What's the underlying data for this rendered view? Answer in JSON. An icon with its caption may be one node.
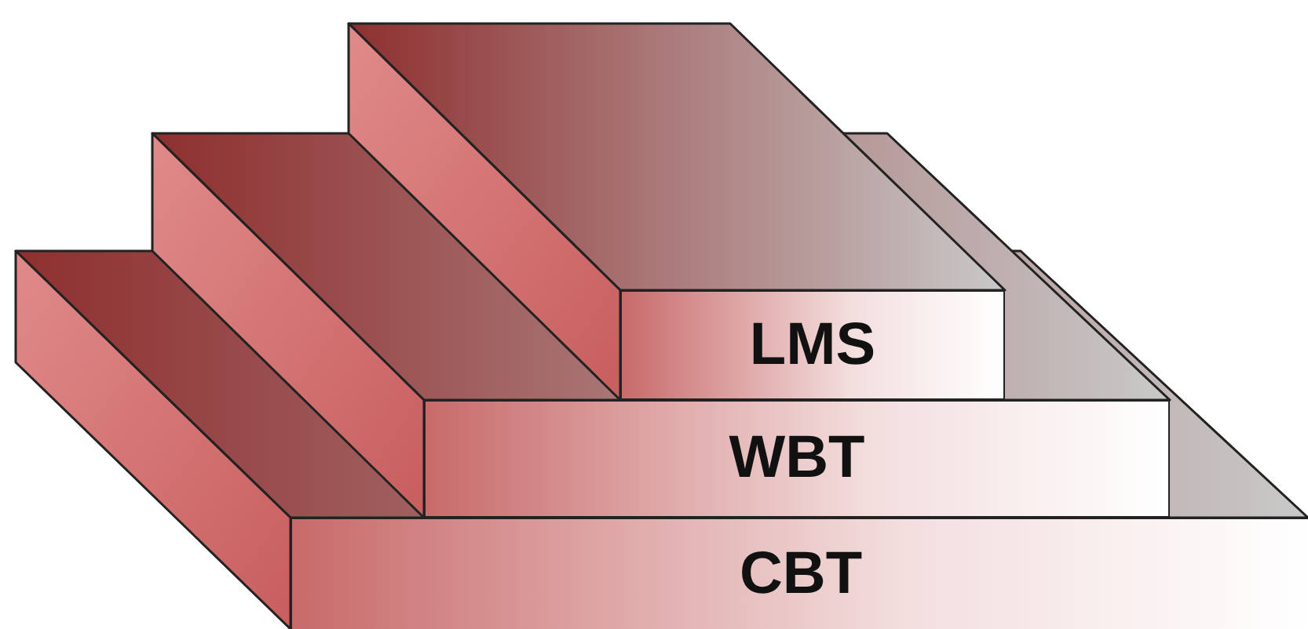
{
  "diagram": {
    "nodes": [
      {
        "text": [
          "LMS"
        ]
      },
      {
        "text": [
          "WBT"
        ]
      },
      {
        "text": [
          "CBT"
        ]
      }
    ]
  }
}
